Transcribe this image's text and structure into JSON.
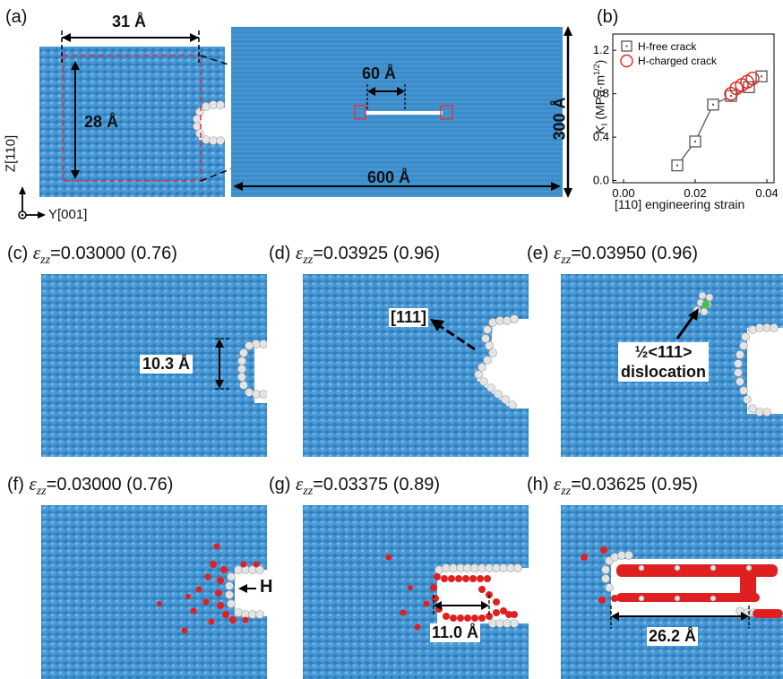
{
  "panels": {
    "a": {
      "label": "(a)",
      "width_label": "31 Å",
      "height_label": "28 Å",
      "crack_length_label": "60 Å",
      "box_height_label": "300 Å",
      "box_width_label": "600 Å",
      "axis_z": "Z[110]",
      "axis_y": "Y[001]"
    },
    "b": {
      "label": "(b)",
      "ylabel_K": "K",
      "ylabel_sub": "I",
      "ylabel_units": " (MPa·m",
      "ylabel_exp": "1/2",
      "ylabel_close": ")",
      "xlabel": "[110] engineering strain",
      "legend": [
        "H-free crack",
        "H-charged crack"
      ],
      "colors": {
        "hfree": "#555555",
        "hcharged": "#e2231a"
      }
    },
    "c": {
      "label": "(c)",
      "strain": "=0.03000 (0.76)",
      "annotation": "10.3 Å"
    },
    "d": {
      "label": "(d)",
      "strain": "=0.03925 (0.96)",
      "annotation": "[111]"
    },
    "e": {
      "label": "(e)",
      "strain": "=0.03950 (0.96)",
      "annotation_line1": "½<111>",
      "annotation_line2": "dislocation"
    },
    "f": {
      "label": "(f)",
      "strain": "=0.03000 (0.76)",
      "annotation": "H"
    },
    "g": {
      "label": "(g)",
      "strain": "=0.03375 (0.89)",
      "annotation": "11.0 Å"
    },
    "h": {
      "label": "(h)",
      "strain": "=0.03625 (0.95)",
      "annotation": "26.2 Å"
    }
  },
  "epsilon_symbol": "ε",
  "epsilon_sub": "zz",
  "chart_data": {
    "type": "scatter",
    "xlabel": "[110] engineering strain",
    "ylabel": "K_I (MPa·m^1/2)",
    "xlim": [
      -0.003,
      0.042
    ],
    "ylim": [
      -0.02,
      1.35
    ],
    "xticks": [
      "0.00",
      "0.02",
      "0.04"
    ],
    "yticks": [
      "0.0",
      "0.4",
      "0.8",
      "1.2"
    ],
    "series": [
      {
        "name": "H-free crack",
        "x": [
          0.015,
          0.02,
          0.025,
          0.03,
          0.035,
          0.0385
        ],
        "y": [
          0.14,
          0.36,
          0.7,
          0.78,
          0.86,
          0.96
        ]
      },
      {
        "name": "H-charged crack",
        "x": [
          0.03,
          0.0315,
          0.033,
          0.0345,
          0.036
        ],
        "y": [
          0.8,
          0.85,
          0.88,
          0.91,
          0.94
        ]
      }
    ]
  }
}
